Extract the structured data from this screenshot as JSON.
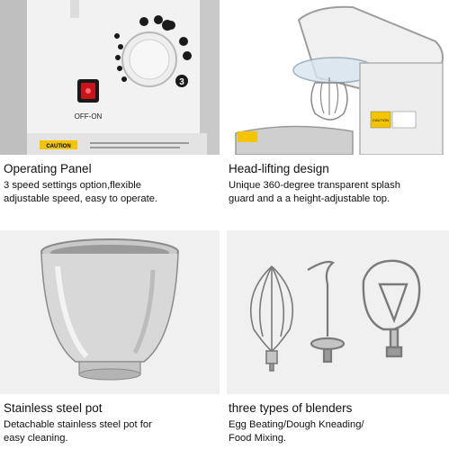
{
  "panels": [
    {
      "title": "Operating Panel",
      "description": [
        "3 speed settings option,flexible",
        "adjustable speed, easy to operate."
      ],
      "switch_label": "OFF-ON",
      "dial_number": "3",
      "caution_label": "CAUTION"
    },
    {
      "title": "Head-lifting design",
      "description": [
        "Unique 360-degree transparent splash",
        "guard and a a height-adjustable top."
      ],
      "caution_label": "CAUTION"
    },
    {
      "title": "Stainless steel pot",
      "description": [
        "Detachable stainless steel pot for",
        "easy cleaning."
      ]
    },
    {
      "title": "three types of blenders",
      "description": [
        "Egg Beating/Dough Kneading/",
        "Food Mixing."
      ]
    }
  ]
}
